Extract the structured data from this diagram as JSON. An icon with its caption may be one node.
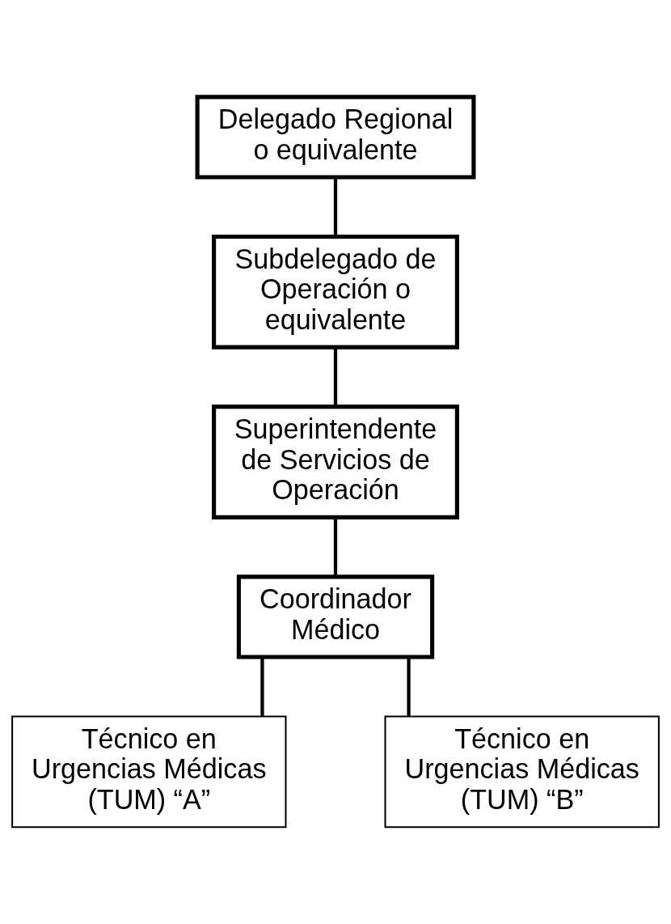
{
  "diagram": {
    "nodes": [
      {
        "text": [
          "Delegado Regional o equivalente"
        ]
      },
      {
        "text": [
          "Subdelegado de Operación o equivalente"
        ]
      },
      {
        "text": [
          "Superintendente de Servicios de Operación"
        ]
      },
      {
        "text": [
          "Coordinador Médico"
        ]
      },
      {
        "text": [
          "Técnico en Urgencias Médicas (TUM) “A”"
        ]
      },
      {
        "text": [
          "Técnico en Urgencias Médicas (TUM) “B”"
        ]
      }
    ],
    "edges": [
      {
        "from": 0,
        "to": 1,
        "arrow": "none"
      },
      {
        "from": 1,
        "to": 2,
        "arrow": "none"
      },
      {
        "from": 2,
        "to": 3,
        "arrow": "none"
      },
      {
        "from": 3,
        "to": 4,
        "arrow": "none"
      },
      {
        "from": 3,
        "to": 5,
        "arrow": "none"
      }
    ]
  }
}
